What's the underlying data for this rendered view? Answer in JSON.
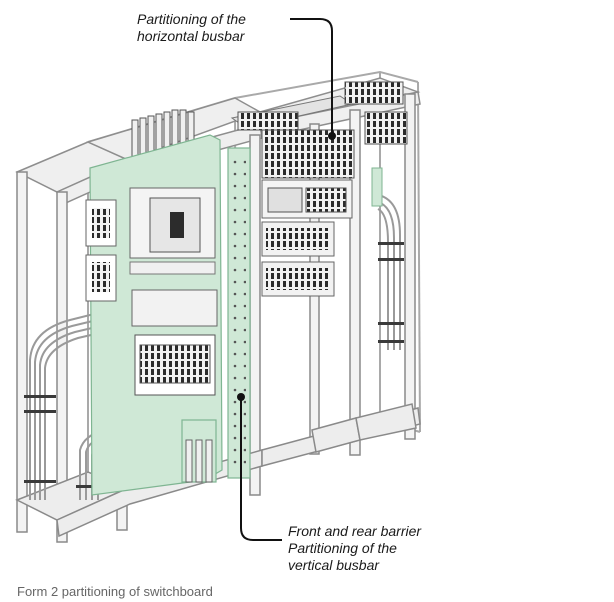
{
  "labels": {
    "horizontal_busbar": [
      "Partitioning of the",
      "horizontal busbar"
    ],
    "vertical_busbar": [
      "Front and rear barrier",
      "Partitioning of the",
      "vertical busbar"
    ]
  },
  "caption": "Form 2 partitioning of switchboard",
  "colors": {
    "frame": "#b3b3b3",
    "frame_dark": "#7d7d7d",
    "barrier": "#cfe8d6",
    "barrier_edge": "#7fb592",
    "leader": "#111111",
    "caption": "#666666"
  }
}
